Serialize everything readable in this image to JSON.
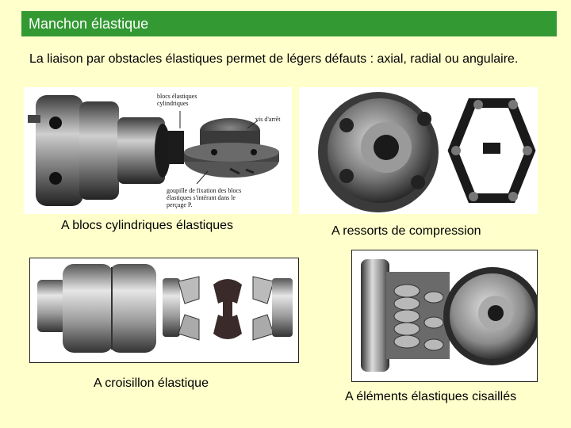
{
  "slide": {
    "title": "Manchon élastique",
    "intro": "La liaison par obstacles élastiques permet de légers défauts : axial, radial ou angulaire."
  },
  "figures": {
    "cylindrical": {
      "caption": "A blocs cylindriques élastiques",
      "annotations": {
        "blocks": "blocs élastiques\ncylindriques",
        "screw": "vis d'arrêt",
        "pin": "goupille de fixation des blocs\nélastiques s'intérant dans le\nperçage P."
      }
    },
    "springs": {
      "caption": "A ressorts de compression"
    },
    "cross": {
      "caption": "A croisillon élastique"
    },
    "shear": {
      "caption": "A éléments élastiques cisaillés"
    }
  },
  "colors": {
    "background": "#ffffcc",
    "title_bar": "#339933",
    "title_text": "#ffffff"
  }
}
